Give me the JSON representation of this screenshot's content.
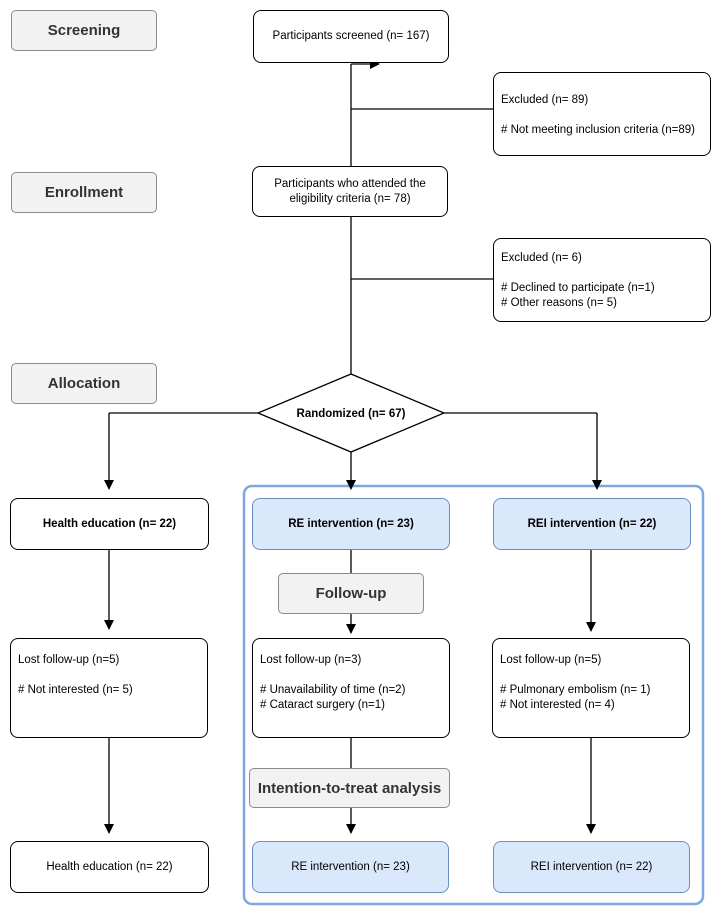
{
  "stages": {
    "screening": "Screening",
    "enrollment": "Enrollment",
    "allocation": "Allocation",
    "follow_up": "Follow-up",
    "itt": "Intention-to-treat analysis"
  },
  "screened": "Participants screened (n= 167)",
  "excluded1": {
    "title": "Excluded (n= 89)",
    "items": [
      "# Not meeting inclusion criteria (n=89)"
    ]
  },
  "eligible": {
    "line1": "Participants who attended the",
    "line2": "eligibility criteria (n= 78)"
  },
  "excluded2": {
    "title": "Excluded (n= 6)",
    "items": [
      "# Declined to participate (n=1)",
      "# Other reasons (n= 5)"
    ]
  },
  "randomized": "Randomized (n= 67)",
  "arms": {
    "health": {
      "allocated": "Health education (n= 22)",
      "lost_title": "Lost follow-up (n=5)",
      "lost_items": [
        "# Not interested (n= 5)"
      ],
      "analysed": "Health education (n= 22)"
    },
    "re": {
      "allocated": "RE intervention (n= 23)",
      "lost_title": "Lost follow-up (n=3)",
      "lost_items": [
        "# Unavailability of time (n=2)",
        "# Cataract surgery (n=1)"
      ],
      "analysed": "RE intervention (n= 23)"
    },
    "rei": {
      "allocated": "REI intervention (n= 22)",
      "lost_title": "Lost follow-up (n=5)",
      "lost_items": [
        "# Pulmonary embolism (n= 1)",
        "# Not interested (n= 4)"
      ],
      "analysed": "REI intervention (n= 22)"
    }
  },
  "colors": {
    "blue_fill": "#dae8fc",
    "blue_border": "#6c8ebf",
    "group_border": "#7ea6e0",
    "stage_fill": "#f2f2f2"
  }
}
